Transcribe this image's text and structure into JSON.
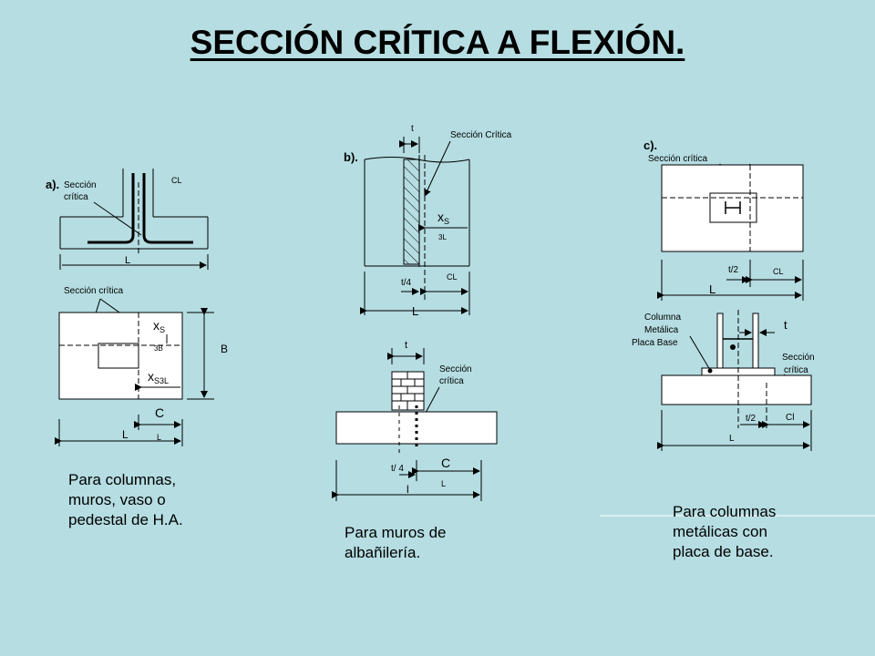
{
  "title": "SECCIÓN CRÍTICA A FLEXIÓN.",
  "panel_a": {
    "label": "a).",
    "section_label": "Sección\ncrítica",
    "cl": "CL",
    "L": "L",
    "plan_section_label": "Sección crítica",
    "xs": "xS",
    "xs_3b": "3B",
    "B": "B",
    "xs3l": "xS3L",
    "c_big": "C",
    "L_bottom": "L",
    "L_small": "L",
    "caption": "Para columnas,\nmuros, vaso o\npedestal de H.A."
  },
  "panel_b": {
    "label": "b).",
    "t": "t",
    "section_label": "Sección Crítica",
    "xs": "xS",
    "xs_3l": "3L",
    "t4": "t/4",
    "cl": "CL",
    "L": "L",
    "t_wall": "t",
    "section_label2": "Sección\ncrítica",
    "t4_wall": "t/ 4",
    "c_big": "C",
    "L_small": "L",
    "l_bottom": "l",
    "caption": "Para muros de\nalbañilería."
  },
  "panel_c": {
    "label": "c).",
    "section_label": "Sección crítica",
    "t2": "t/2",
    "cl": "CL",
    "L": "L",
    "column_label": "Columna\nMetálica\nPlaca Base",
    "t": "t",
    "section_label2": "Sección\ncrítica",
    "t2_b": "t/2",
    "cl_b": "Cl",
    "L_b": "L",
    "caption": "Para columnas\nmetálicas con\nplaca de base."
  }
}
